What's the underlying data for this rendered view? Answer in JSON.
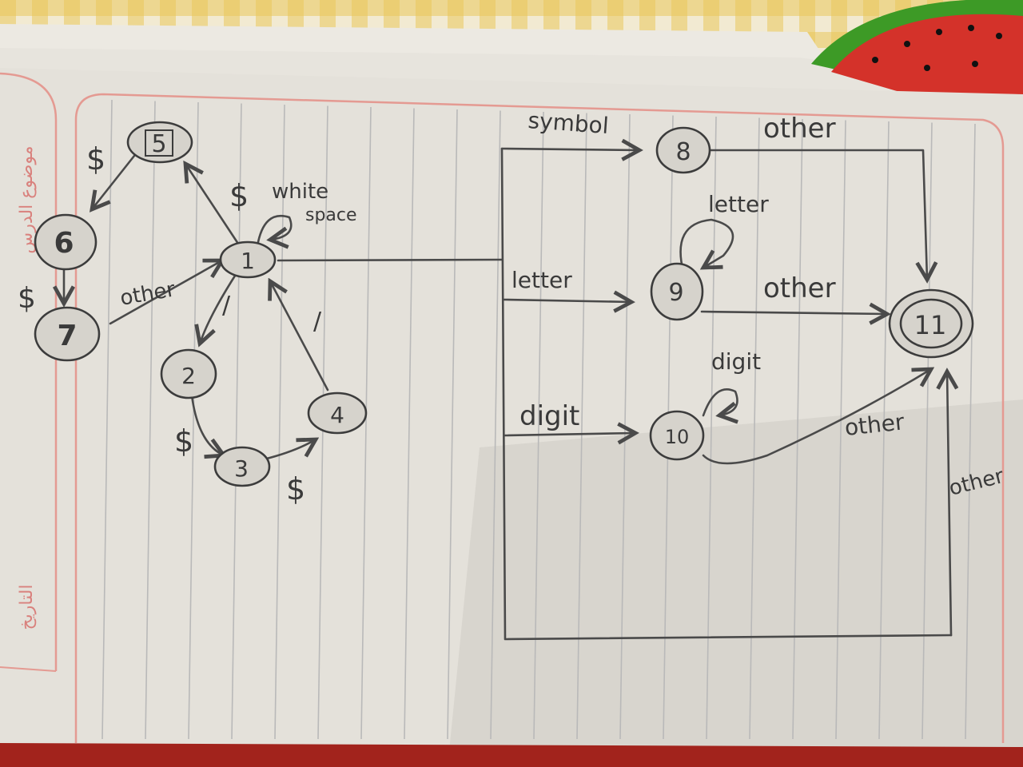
{
  "page_margin": {
    "subject_label": "موضوع الدرس",
    "date_label": "التاريخ"
  },
  "colors": {
    "paper": "#e4e1da",
    "rules": "#b9b9b9",
    "margin_lines": "#e49a92",
    "pencil": "#3c3c3c",
    "tablecloth_yellow": "#e8c65a",
    "watermelon_red": "#d4322a",
    "watermelon_green": "#4cae2a"
  },
  "diagram": {
    "nodes": {
      "n1": "1",
      "n2": "2",
      "n3": "3",
      "n4": "4",
      "n5": "5",
      "n6": "6",
      "n7": "7",
      "n8": "8",
      "n9": "9",
      "n10": "10",
      "n11": "11"
    },
    "edges": {
      "e1_5": "$",
      "e5_6": "$",
      "e6_7": "$",
      "e7_1": "other",
      "e1_1_line1": "white",
      "e1_1_line2": "space",
      "e1_2": "/",
      "e2_3": "$",
      "e3_4": "$",
      "e4_1": "/",
      "e_to8": "symbol",
      "e8_11": "other",
      "e_to9": "letter",
      "e9_9": "letter",
      "e9_11": "other",
      "e_to10": "digit",
      "e10_10": "digit",
      "e10_11": "other",
      "e_bottom_11": "other"
    }
  }
}
